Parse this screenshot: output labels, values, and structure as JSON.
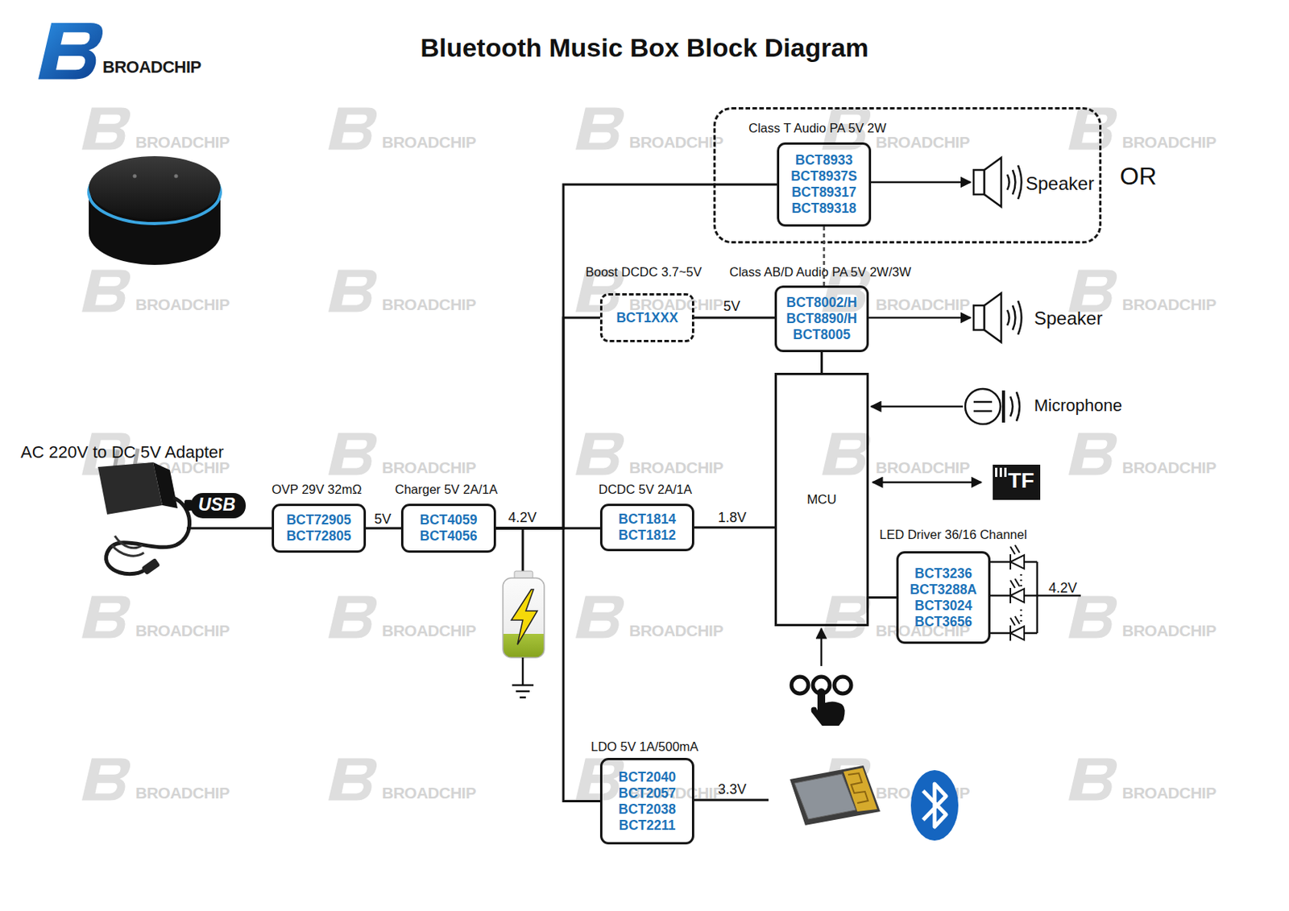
{
  "diagram": {
    "title": "Bluetooth Music Box Block Diagram",
    "nodes": [
      {
        "text": [
          "Class T Audio PA 5V 2W"
        ]
      },
      {
        "text": [
          "BCT8933 BCT8937S BCT89317 BCT89318"
        ],
        "in": 0
      },
      {
        "text": [
          "Boost DCDC 3.7~5V",
          "BCT1XXX"
        ]
      },
      {
        "text": [
          "Class AB/D Audio PA 5V 2W/3W",
          "BCT8002/H BCT8890/H BCT8005"
        ]
      },
      {
        "text": [
          "MCU"
        ]
      },
      {
        "text": [
          "OVP 29V 32mΩ",
          "BCT72905 BCT72805"
        ]
      },
      {
        "text": [
          "Charger 5V 2A/1A",
          "BCT4059 BCT4056"
        ]
      },
      {
        "text": [
          "DCDC 5V 2A/1A",
          "BCT1814 BCT1812"
        ]
      },
      {
        "text": [
          "LED Driver 36/16 Channel",
          "BCT3236 BCT3288A BCT3024 BCT3656"
        ]
      },
      {
        "text": [
          "LDO 5V 1A/500mA",
          "BCT2040 BCT2057 BCT2038 BCT2211"
        ]
      }
    ],
    "edges": [
      {
        "from": 5,
        "to": 6,
        "label": "5V",
        "arrow": "none"
      },
      {
        "from": 6,
        "to": 7,
        "label": "4.2V",
        "arrow": "none"
      },
      {
        "from": 6,
        "to": 2,
        "arrow": "none"
      },
      {
        "from": 6,
        "to": 1,
        "arrow": "none"
      },
      {
        "from": 6,
        "to": 9,
        "arrow": "none"
      },
      {
        "from": 7,
        "to": 4,
        "label": "1.8V",
        "arrow": "none"
      },
      {
        "from": 2,
        "to": 3,
        "label": "5V",
        "arrow": "none"
      },
      {
        "from": 1,
        "to": 3,
        "arrow": "none"
      },
      {
        "from": 3,
        "to": 4,
        "arrow": "none"
      },
      {
        "from": 4,
        "to": 8,
        "arrow": "none"
      }
    ],
    "labels": [
      "BROADCHIP",
      "OR",
      "Speaker",
      "Speaker",
      "Microphone",
      "TF",
      "AC 220V to DC 5V Adapter",
      "USB",
      "4.2V",
      "3.3V",
      "BROADCHIP",
      "BROADCHIP",
      "BROADCHIP",
      "BROADCHIP",
      "BROADCHIP",
      "BROADCHIP",
      "BROADCHIP",
      "BROADCHIP",
      "BROADCHIP",
      "BROADCHIP",
      "BROADCHIP",
      "BROADCHIP",
      "BROADCHIP",
      "BROADCHIP",
      "BROADCHIP",
      "BROADCHIP",
      "BROADCHIP",
      "BROADCHIP",
      "BROADCHIP",
      "BROADCHIP",
      "BROADCHIP",
      "BROADCHIP",
      "BROADCHIP",
      "BROADCHIP",
      "BROADCHIP"
    ]
  }
}
